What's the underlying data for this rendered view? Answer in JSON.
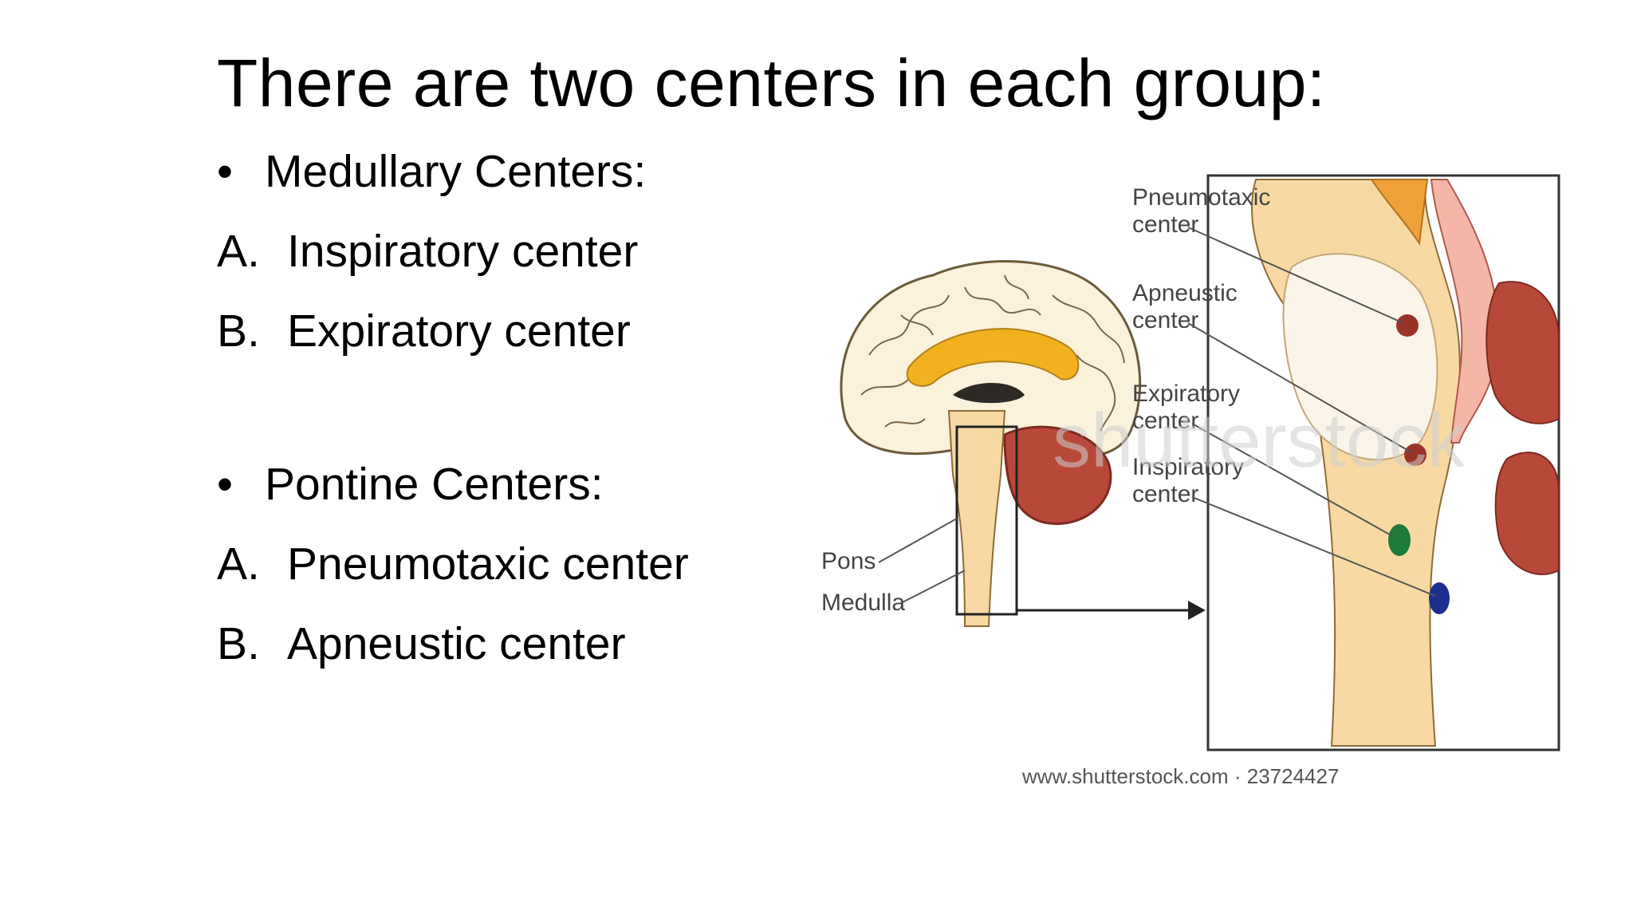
{
  "slide": {
    "title": "There are two centers in each group:",
    "groups": [
      {
        "heading_marker": "•",
        "heading": "Medullary Centers:",
        "items": [
          {
            "marker": "A.",
            "text": "Inspiratory center"
          },
          {
            "marker": "B.",
            "text": "Expiratory center"
          }
        ]
      },
      {
        "heading_marker": "•",
        "heading": "Pontine Centers:",
        "items": [
          {
            "marker": "A.",
            "text": "Pneumotaxic center"
          },
          {
            "marker": "B.",
            "text": "Apneustic center"
          }
        ]
      }
    ]
  },
  "figure": {
    "labels": {
      "pons": "Pons",
      "medulla": "Medulla",
      "pneumotaxic_1": "Pneumotaxic",
      "pneumotaxic_2": "center",
      "apneustic_1": "Apneustic",
      "apneustic_2": "center",
      "expiratory_1": "Expiratory",
      "expiratory_2": "center",
      "inspiratory_1": "Inspiratory",
      "inspiratory_2": "center"
    },
    "watermark": "shutterstock",
    "credit": "www.shutterstock.com · 23724427",
    "colors": {
      "brain_fill": "#fbf2dc",
      "corpus_callosum": "#f2b21f",
      "cerebellum": "#b8493a",
      "brainstem": "#f8d9a4",
      "pneumotaxic_dot": "#9a3327",
      "apneustic_dot": "#9a3327",
      "expiratory_dot": "#1c7a3a",
      "inspiratory_dot": "#1d2f8e"
    }
  }
}
